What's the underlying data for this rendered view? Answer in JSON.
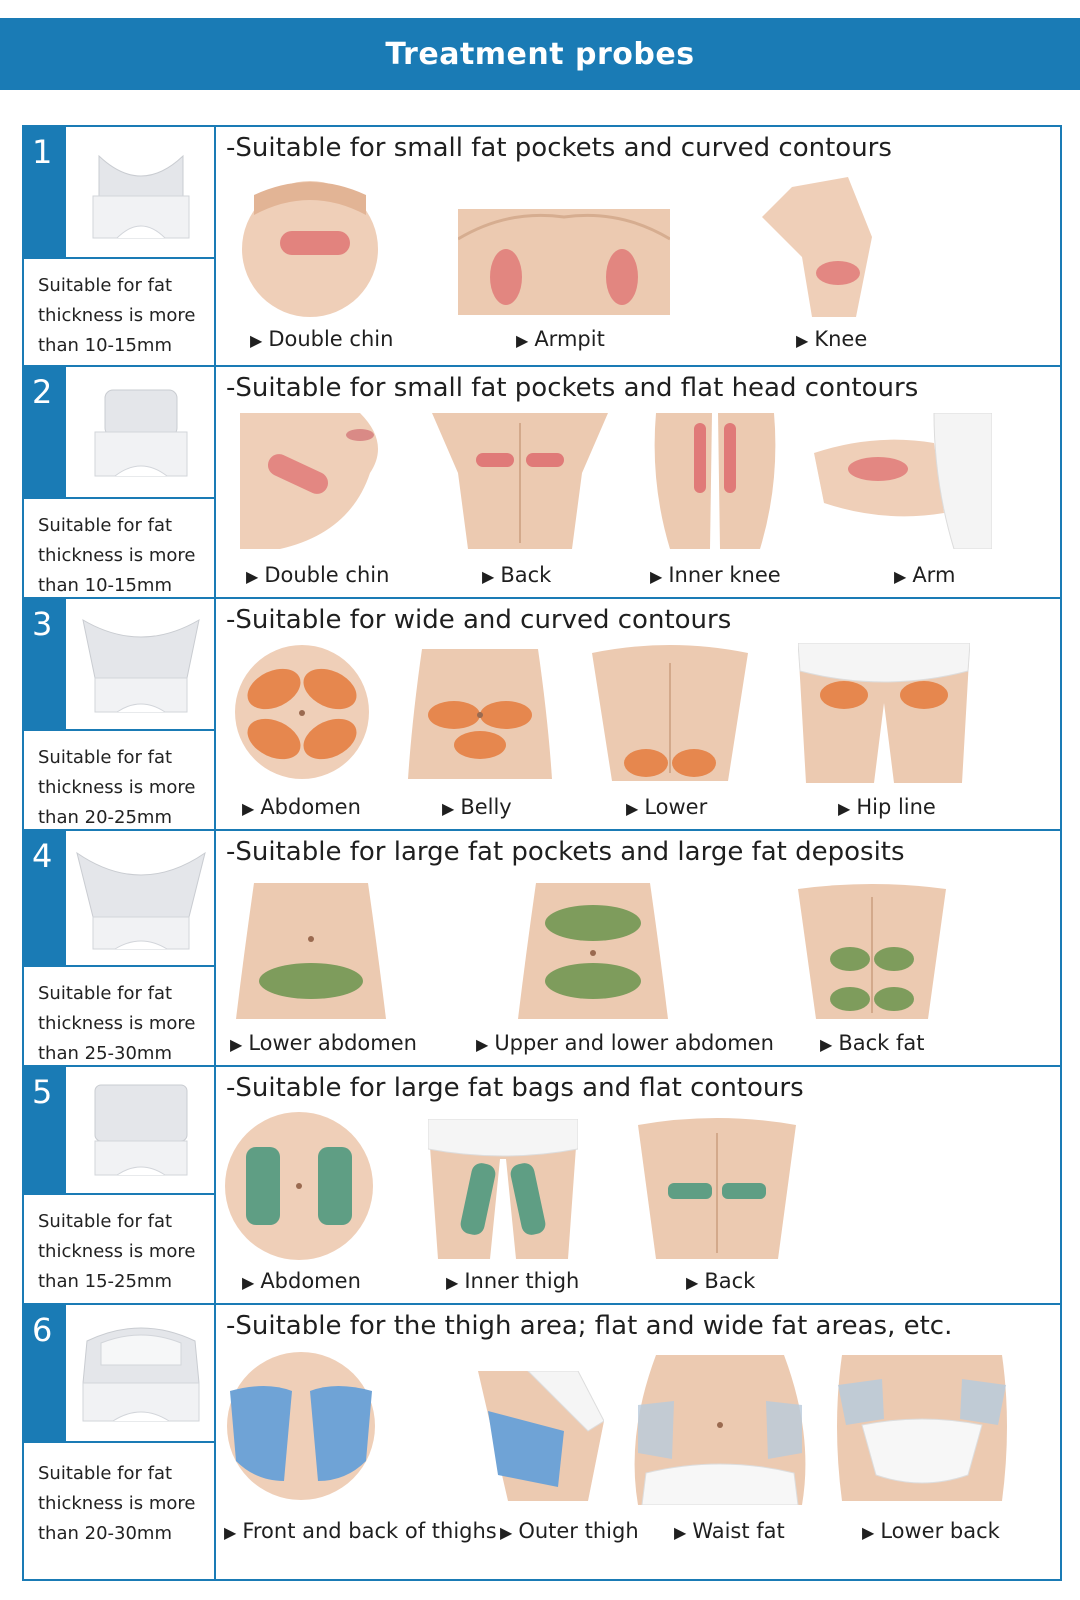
{
  "header": {
    "title": "Treatment probes"
  },
  "colors": {
    "accent": "#1a7bb5",
    "skin": "#e9c3a6",
    "pad_red": "#e07a78",
    "pad_orange": "#e6874e",
    "pad_green": "#7e9c5c",
    "pad_teal": "#5f9e84",
    "pad_blue": "#6fa3d6"
  },
  "rows": [
    {
      "number": "1",
      "thickness": [
        "Suitable for fat",
        "thickness is more",
        "than 10-15mm"
      ],
      "heading": "-Suitable for small fat pockets and curved contours",
      "items": [
        {
          "label": "Double chin",
          "icon": "double-chin-photo"
        },
        {
          "label": "Armpit",
          "icon": "armpit-photo"
        },
        {
          "label": "Knee",
          "icon": "knee-photo"
        }
      ]
    },
    {
      "number": "2",
      "thickness": [
        "Suitable for fat",
        "thickness is more",
        "than 10-15mm"
      ],
      "heading": "-Suitable for small fat pockets and flat head contours",
      "items": [
        {
          "label": "Double chin",
          "icon": "double-chin-photo"
        },
        {
          "label": "Back",
          "icon": "back-photo"
        },
        {
          "label": "Inner knee",
          "icon": "inner-knee-photo"
        },
        {
          "label": "Arm",
          "icon": "arm-photo"
        }
      ]
    },
    {
      "number": "3",
      "thickness": [
        "Suitable for fat",
        "thickness is more",
        "than 20-25mm"
      ],
      "heading": "-Suitable for wide and curved contours",
      "items": [
        {
          "label": "Abdomen",
          "icon": "abdomen-photo"
        },
        {
          "label": "Belly",
          "icon": "belly-photo"
        },
        {
          "label": "Lower",
          "icon": "lower-back-photo"
        },
        {
          "label": "Hip line",
          "icon": "hip-line-photo"
        }
      ]
    },
    {
      "number": "4",
      "thickness": [
        "Suitable for fat",
        "thickness is more",
        "than 25-30mm"
      ],
      "heading": "-Suitable for large fat pockets and large fat deposits",
      "items": [
        {
          "label": "Lower abdomen",
          "icon": "lower-abdomen-photo"
        },
        {
          "label": "Upper and lower abdomen",
          "icon": "upper-lower-abdomen-photo"
        },
        {
          "label": "Back fat",
          "icon": "back-fat-photo"
        }
      ]
    },
    {
      "number": "5",
      "thickness": [
        "Suitable for fat",
        "thickness is more",
        "than 15-25mm"
      ],
      "heading": "-Suitable for large fat bags and flat contours",
      "items": [
        {
          "label": "Abdomen",
          "icon": "abdomen-photo"
        },
        {
          "label": "Inner thigh",
          "icon": "inner-thigh-photo"
        },
        {
          "label": "Back",
          "icon": "back-photo"
        }
      ]
    },
    {
      "number": "6",
      "thickness": [
        "Suitable for fat",
        "thickness is more",
        "than 20-30mm"
      ],
      "heading": "-Suitable for the thigh area; flat and wide fat areas, etc.",
      "items": [
        {
          "label": "Front and back of thighs",
          "icon": "thighs-photo"
        },
        {
          "label": "Outer thigh",
          "icon": "outer-thigh-photo"
        },
        {
          "label": "Waist fat",
          "icon": "waist-fat-photo"
        },
        {
          "label": "Lower back",
          "icon": "lower-back-photo"
        }
      ]
    }
  ]
}
